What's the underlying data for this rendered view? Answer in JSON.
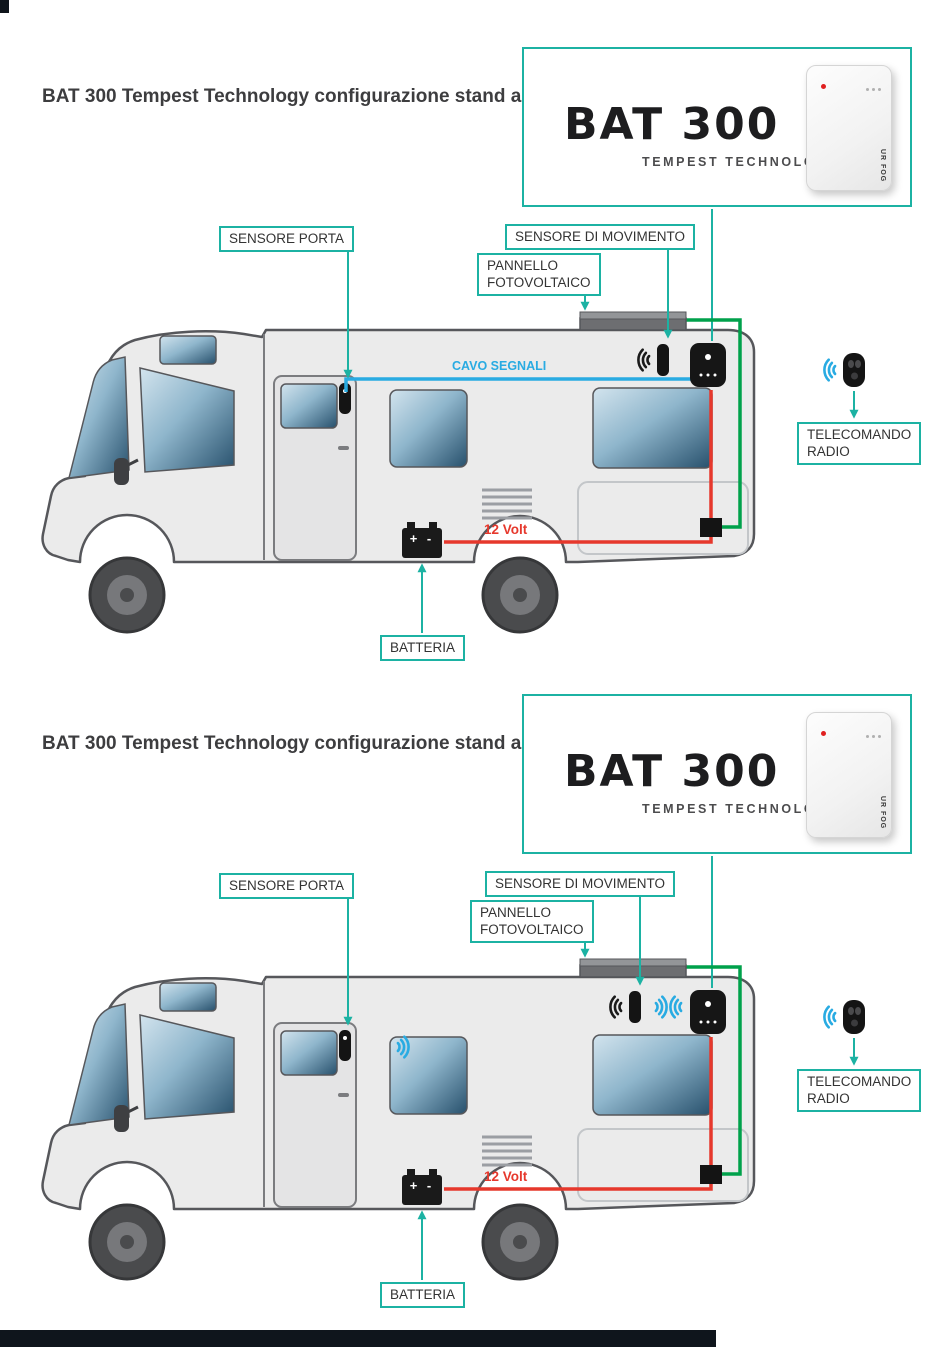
{
  "colors": {
    "accent_teal": "#1cb2a3",
    "wire_green": "#00a14b",
    "wire_red": "#e6382c",
    "wire_blue": "#29abe2"
  },
  "sections": [
    {
      "title1": "BAT 300 Tempest Technology",
      "title2": "configurazione stand alone filare",
      "product": {
        "logo": "BAT 300",
        "subtitle": "TEMPEST TECHNOLOGY",
        "brand": "UR FOG"
      },
      "labels": {
        "porta": "SENSORE PORTA",
        "movimento": "SENSORE DI MOVIMENTO",
        "pannello1": "PANNELLO",
        "pannello2": "FOTOVOLTAICO",
        "telecomando1": "TELECOMANDO",
        "telecomando2": "RADIO",
        "batteria": "BATTERIA"
      },
      "wires": {
        "cavo": "CAVO SEGNALI",
        "volt": "12 Volt"
      },
      "battery_text": "+ -"
    },
    {
      "title1": "BAT 300 Tempest Technology",
      "title2": "configurazione stand alone wireless",
      "product": {
        "logo": "BAT 300",
        "subtitle": "TEMPEST TECHNOLOGY",
        "brand": "UR FOG"
      },
      "labels": {
        "porta": "SENSORE PORTA",
        "movimento": "SENSORE DI MOVIMENTO",
        "pannello1": "PANNELLO",
        "pannello2": "FOTOVOLTAICO",
        "telecomando1": "TELECOMANDO",
        "telecomando2": "RADIO",
        "batteria": "BATTERIA"
      },
      "wires": {
        "volt": "12 Volt"
      },
      "battery_text": "+ -"
    }
  ]
}
